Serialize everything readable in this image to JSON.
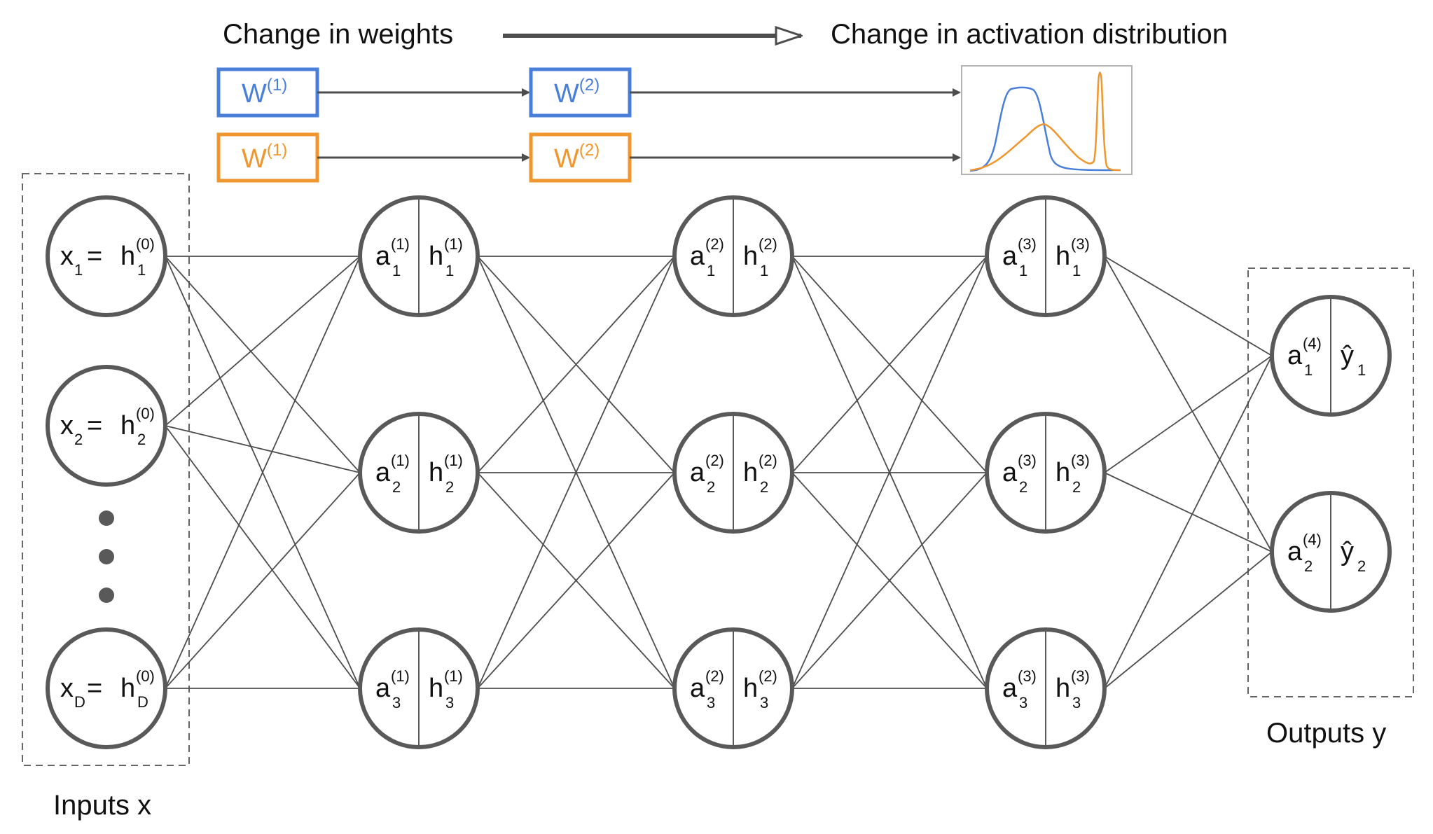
{
  "header": {
    "left_label": "Change in weights",
    "right_label": "Change in activation distribution"
  },
  "colors": {
    "blue": "#4a7fd9",
    "orange": "#f0962e",
    "ink": "#595959",
    "text": "#111111",
    "line": "#4d4d4d"
  },
  "weights": {
    "blue": [
      "W",
      "W"
    ],
    "orange": [
      "W",
      "W"
    ],
    "superscripts": [
      "(1)",
      "(2)"
    ]
  },
  "labels": {
    "inputs": "Inputs x",
    "outputs": "Outputs y"
  },
  "inputs": [
    {
      "x": "x",
      "sub": "1",
      "h": "h",
      "sup": "(0)",
      "hsub": "1",
      "eq": "="
    },
    {
      "x": "x",
      "sub": "2",
      "h": "h",
      "sup": "(0)",
      "hsub": "2",
      "eq": "="
    },
    {
      "x": "x",
      "sub": "D",
      "h": "h",
      "sup": "(0)",
      "hsub": "D",
      "eq": "="
    }
  ],
  "hidden_layers": [
    {
      "sup": "(1)",
      "subs": [
        "1",
        "2",
        "3"
      ]
    },
    {
      "sup": "(2)",
      "subs": [
        "1",
        "2",
        "3"
      ]
    },
    {
      "sup": "(3)",
      "subs": [
        "1",
        "2",
        "3"
      ]
    }
  ],
  "output_layer": {
    "sup": "(4)",
    "subs": [
      "1",
      "2"
    ],
    "yhat": "ŷ"
  },
  "node_letters": {
    "a": "a",
    "h": "h"
  }
}
